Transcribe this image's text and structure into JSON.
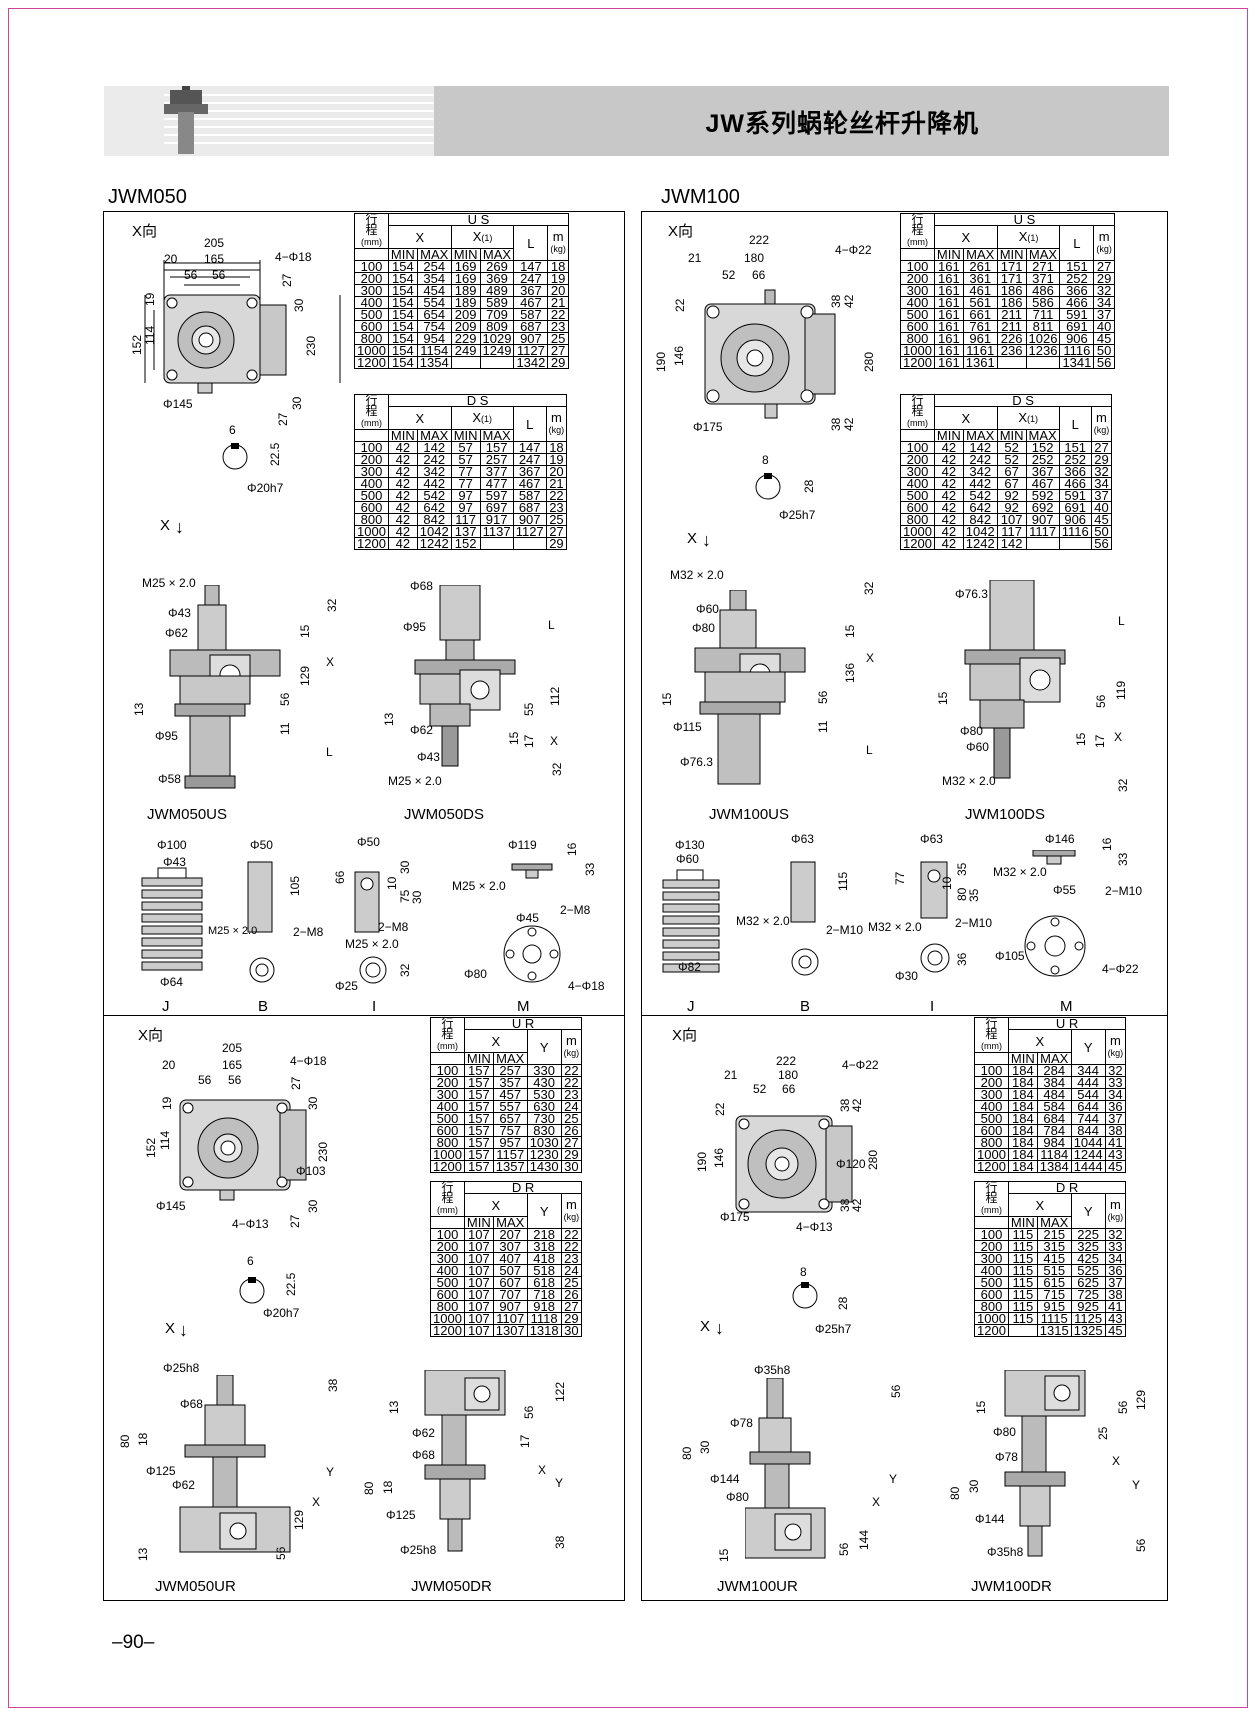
{
  "header": {
    "title": "JW系列蜗轮丝杆升降机"
  },
  "page_number": "–90–",
  "left": {
    "title": "JWM050",
    "top": {
      "view": "X向",
      "us": {
        "series": "U S",
        "rows": [
          [
            "100",
            "154",
            "254",
            "169",
            "269",
            "147",
            "18"
          ],
          [
            "200",
            "154",
            "354",
            "169",
            "369",
            "247",
            "19"
          ],
          [
            "300",
            "154",
            "454",
            "189",
            "489",
            "367",
            "20"
          ],
          [
            "400",
            "154",
            "554",
            "189",
            "589",
            "467",
            "21"
          ],
          [
            "500",
            "154",
            "654",
            "209",
            "709",
            "587",
            "22"
          ],
          [
            "600",
            "154",
            "754",
            "209",
            "809",
            "687",
            "23"
          ],
          [
            "800",
            "154",
            "954",
            "229",
            "1029",
            "907",
            "25"
          ],
          [
            "1000",
            "154",
            "1154",
            "249",
            "1249",
            "1127",
            "27"
          ],
          [
            "1200",
            "154",
            "1354",
            "",
            "",
            "1342",
            "29"
          ]
        ]
      },
      "ds": {
        "series": "D S",
        "rows": [
          [
            "100",
            "42",
            "142",
            "57",
            "157",
            "147",
            "18"
          ],
          [
            "200",
            "42",
            "242",
            "57",
            "257",
            "247",
            "19"
          ],
          [
            "300",
            "42",
            "342",
            "77",
            "377",
            "367",
            "20"
          ],
          [
            "400",
            "42",
            "442",
            "77",
            "477",
            "467",
            "21"
          ],
          [
            "500",
            "42",
            "542",
            "97",
            "597",
            "587",
            "22"
          ],
          [
            "600",
            "42",
            "642",
            "97",
            "697",
            "687",
            "23"
          ],
          [
            "800",
            "42",
            "842",
            "117",
            "917",
            "907",
            "25"
          ],
          [
            "1000",
            "42",
            "1042",
            "137",
            "1137",
            "1127",
            "27"
          ],
          [
            "1200",
            "42",
            "1242",
            "152",
            "",
            "",
            "29"
          ]
        ]
      },
      "dims": {
        "d205": "205",
        "d165": "165",
        "d20": "20",
        "d56a": "56",
        "d56b": "56",
        "hole": "4−Φ18",
        "d19": "19",
        "d152": "152",
        "d114": "114",
        "d27": "27",
        "d30": "30",
        "d230": "230",
        "d27b": "27",
        "d30b": "30",
        "d145": "Φ145",
        "k6": "6",
        "k225": "22.5",
        "k20": "Φ20h7",
        "x": "X"
      },
      "us_dims": {
        "m25": "M25 × 2.0",
        "p43": "Φ43",
        "p62": "Φ62",
        "p95": "Φ95",
        "p58": "Φ58",
        "d13": "13",
        "d32": "32",
        "d15": "15",
        "d129": "129",
        "d56": "56",
        "d11": "11",
        "X": "X",
        "L": "L",
        "name": "JWM050US"
      },
      "ds_dims": {
        "p68": "Φ68",
        "p95": "Φ95",
        "p62": "Φ62",
        "p43": "Φ43",
        "m25": "M25 × 2.0",
        "d13": "13",
        "L": "L",
        "d112": "112",
        "d55": "55",
        "d15": "15",
        "d17": "17",
        "X": "X",
        "d32": "32",
        "name": "JWM050DS"
      },
      "acc": {
        "j": {
          "p100": "Φ100",
          "p43": "Φ43",
          "p64": "Φ64",
          "name": "J"
        },
        "b": {
          "p50": "Φ50",
          "d105": "105",
          "m25": "M25 × 2.0",
          "m8": "2−M8",
          "name": "B"
        },
        "i": {
          "p50": "Φ50",
          "d66": "66",
          "d30": "30",
          "d10": "10",
          "d75": "75",
          "d30b": "30",
          "m8": "2−M8",
          "m25": "M25 × 2.0",
          "p25": "Φ25",
          "d32": "32",
          "name": "I"
        },
        "m": {
          "p119": "Φ119",
          "d16": "16",
          "d33": "33",
          "m25": "M25 × 2.0",
          "m8": "2−M8",
          "p45": "Φ45",
          "p80": "Φ80",
          "h18": "4−Φ18",
          "name": "M"
        }
      }
    },
    "bottom": {
      "view": "X向",
      "ur": {
        "series": "U R",
        "rows": [
          [
            "100",
            "157",
            "257",
            "330",
            "22"
          ],
          [
            "200",
            "157",
            "357",
            "430",
            "22"
          ],
          [
            "300",
            "157",
            "457",
            "530",
            "23"
          ],
          [
            "400",
            "157",
            "557",
            "630",
            "24"
          ],
          [
            "500",
            "157",
            "657",
            "730",
            "25"
          ],
          [
            "600",
            "157",
            "757",
            "830",
            "26"
          ],
          [
            "800",
            "157",
            "957",
            "1030",
            "27"
          ],
          [
            "1000",
            "157",
            "1157",
            "1230",
            "29"
          ],
          [
            "1200",
            "157",
            "1357",
            "1430",
            "30"
          ]
        ]
      },
      "dr": {
        "series": "D R",
        "rows": [
          [
            "100",
            "107",
            "207",
            "218",
            "22"
          ],
          [
            "200",
            "107",
            "307",
            "318",
            "22"
          ],
          [
            "300",
            "107",
            "407",
            "418",
            "23"
          ],
          [
            "400",
            "107",
            "507",
            "518",
            "24"
          ],
          [
            "500",
            "107",
            "607",
            "618",
            "25"
          ],
          [
            "600",
            "107",
            "707",
            "718",
            "26"
          ],
          [
            "800",
            "107",
            "907",
            "918",
            "27"
          ],
          [
            "1000",
            "107",
            "1107",
            "1118",
            "29"
          ],
          [
            "1200",
            "107",
            "1307",
            "1318",
            "30"
          ]
        ]
      },
      "dims": {
        "d205": "205",
        "d165": "165",
        "d20": "20",
        "d56a": "56",
        "d56b": "56",
        "hole": "4−Φ18",
        "d19": "19",
        "d152": "152",
        "d114": "114",
        "d27": "27",
        "d30": "30",
        "d230": "230",
        "p103": "Φ103",
        "p145": "Φ145",
        "h13": "4−Φ13",
        "d27b": "27",
        "d30b": "30",
        "k6": "6",
        "k225": "22.5",
        "k20": "Φ20h7",
        "x": "X"
      },
      "ur_dims": {
        "p25": "Φ25h8",
        "p68": "Φ68",
        "p125": "Φ125",
        "p62": "Φ62",
        "d80": "80",
        "d18": "18",
        "d13": "13",
        "d38": "38",
        "Y": "Y",
        "X": "X",
        "d129": "129",
        "d56": "56",
        "name": "JWM050UR"
      },
      "dr_dims": {
        "d13": "13",
        "p62": "Φ62",
        "p68": "Φ68",
        "d80": "80",
        "d18": "18",
        "p125": "Φ125",
        "p25": "Φ25h8",
        "d122": "122",
        "d56": "56",
        "d17": "17",
        "X": "X",
        "Y": "Y",
        "d38": "38",
        "name": "JWM050DR"
      }
    }
  },
  "right": {
    "title": "JWM100",
    "top": {
      "view": "X向",
      "us": {
        "series": "U S",
        "rows": [
          [
            "100",
            "161",
            "261",
            "171",
            "271",
            "151",
            "27"
          ],
          [
            "200",
            "161",
            "361",
            "171",
            "371",
            "252",
            "29"
          ],
          [
            "300",
            "161",
            "461",
            "186",
            "486",
            "366",
            "32"
          ],
          [
            "400",
            "161",
            "561",
            "186",
            "586",
            "466",
            "34"
          ],
          [
            "500",
            "161",
            "661",
            "211",
            "711",
            "591",
            "37"
          ],
          [
            "600",
            "161",
            "761",
            "211",
            "811",
            "691",
            "40"
          ],
          [
            "800",
            "161",
            "961",
            "226",
            "1026",
            "906",
            "45"
          ],
          [
            "1000",
            "161",
            "1161",
            "236",
            "1236",
            "1116",
            "50"
          ],
          [
            "1200",
            "161",
            "1361",
            "",
            "",
            "1341",
            "56"
          ]
        ]
      },
      "ds": {
        "series": "D S",
        "rows": [
          [
            "100",
            "42",
            "142",
            "52",
            "152",
            "151",
            "27"
          ],
          [
            "200",
            "42",
            "242",
            "52",
            "252",
            "252",
            "29"
          ],
          [
            "300",
            "42",
            "342",
            "67",
            "367",
            "366",
            "32"
          ],
          [
            "400",
            "42",
            "442",
            "67",
            "467",
            "466",
            "34"
          ],
          [
            "500",
            "42",
            "542",
            "92",
            "592",
            "591",
            "37"
          ],
          [
            "600",
            "42",
            "642",
            "92",
            "692",
            "691",
            "40"
          ],
          [
            "800",
            "42",
            "842",
            "107",
            "907",
            "906",
            "45"
          ],
          [
            "1000",
            "42",
            "1042",
            "117",
            "1117",
            "1116",
            "50"
          ],
          [
            "1200",
            "42",
            "1242",
            "142",
            "",
            "",
            "56"
          ]
        ]
      },
      "dims": {
        "d222": "222",
        "d180": "180",
        "d21": "21",
        "d52": "52",
        "d66": "66",
        "hole": "4−Φ22",
        "d22": "22",
        "d38": "38",
        "d42": "42",
        "d190": "190",
        "d146": "146",
        "d280": "280",
        "d38b": "38",
        "d42b": "42",
        "p175": "Φ175",
        "k8": "8",
        "k28": "28",
        "k25": "Φ25h7",
        "x": "X"
      },
      "us_dims": {
        "m32": "M32 × 2.0",
        "p60": "Φ60",
        "p80": "Φ80",
        "p115": "Φ115",
        "p763": "Φ76.3",
        "d32": "32",
        "d15": "15",
        "d136": "136",
        "d56": "56",
        "d15b": "15",
        "d11": "11",
        "X": "X",
        "L": "L",
        "name": "JWM100US"
      },
      "ds_dims": {
        "p763": "Φ76.3",
        "p80": "Φ80",
        "p60": "Φ60",
        "m32": "M32 × 2.0",
        "L": "L",
        "d15": "15",
        "d56": "56",
        "d119": "119",
        "d15b": "15",
        "d17": "17",
        "X": "X",
        "d32": "32",
        "name": "JWM100DS"
      },
      "acc": {
        "j": {
          "p130": "Φ130",
          "p60": "Φ60",
          "p82": "Φ82",
          "name": "J"
        },
        "b": {
          "p63": "Φ63",
          "d115": "115",
          "m32": "M32 × 2.0",
          "m10": "2−M10",
          "name": "B"
        },
        "i": {
          "p63": "Φ63",
          "d77": "77",
          "d35": "35",
          "d10": "10",
          "d80": "80",
          "d35b": "35",
          "m32": "M32 × 2.0",
          "m10": "2−M10",
          "p30": "Φ30",
          "d36": "36",
          "name": "I"
        },
        "m": {
          "p146": "Φ146",
          "d16": "16",
          "d33": "33",
          "m32": "M32 × 2.0",
          "m10": "2−M10",
          "p55": "Φ55",
          "p105": "Φ105",
          "h22": "4−Φ22",
          "name": "M"
        }
      }
    },
    "bottom": {
      "view": "X向",
      "ur": {
        "series": "U R",
        "rows": [
          [
            "100",
            "184",
            "284",
            "344",
            "32"
          ],
          [
            "200",
            "184",
            "384",
            "444",
            "33"
          ],
          [
            "300",
            "184",
            "484",
            "544",
            "34"
          ],
          [
            "400",
            "184",
            "584",
            "644",
            "36"
          ],
          [
            "500",
            "184",
            "684",
            "744",
            "37"
          ],
          [
            "600",
            "184",
            "784",
            "844",
            "38"
          ],
          [
            "800",
            "184",
            "984",
            "1044",
            "41"
          ],
          [
            "1000",
            "184",
            "1184",
            "1244",
            "43"
          ],
          [
            "1200",
            "184",
            "1384",
            "1444",
            "45"
          ]
        ]
      },
      "dr": {
        "series": "D R",
        "rows": [
          [
            "100",
            "115",
            "215",
            "225",
            "32"
          ],
          [
            "200",
            "115",
            "315",
            "325",
            "33"
          ],
          [
            "300",
            "115",
            "415",
            "425",
            "34"
          ],
          [
            "400",
            "115",
            "515",
            "525",
            "36"
          ],
          [
            "500",
            "115",
            "615",
            "625",
            "37"
          ],
          [
            "600",
            "115",
            "715",
            "725",
            "38"
          ],
          [
            "800",
            "115",
            "915",
            "925",
            "41"
          ],
          [
            "1000",
            "115",
            "1115",
            "1125",
            "43"
          ],
          [
            "1200",
            "",
            "1315",
            "1325",
            "45"
          ]
        ]
      },
      "dims": {
        "d222": "222",
        "d180": "180",
        "d21": "21",
        "d52": "52",
        "d66": "66",
        "hole": "4−Φ22",
        "d22": "22",
        "d38": "38",
        "d42": "42",
        "d190": "190",
        "d146": "146",
        "p120": "Φ120",
        "d280": "280",
        "d38b": "38",
        "d42b": "42",
        "p175": "Φ175",
        "h13": "4−Φ13",
        "k8": "8",
        "k28": "28",
        "k25": "Φ25h7",
        "x": "X"
      },
      "ur_dims": {
        "p35": "Φ35h8",
        "p78": "Φ78",
        "d80": "80",
        "d30": "30",
        "p144": "Φ144",
        "p80": "Φ80",
        "d56": "56",
        "Y": "Y",
        "X": "X",
        "d144": "144",
        "d56b": "56",
        "d15": "15",
        "name": "JWM100UR"
      },
      "dr_dims": {
        "d15": "15",
        "p80": "Φ80",
        "p78": "Φ78",
        "d80": "80",
        "d30": "30",
        "p144": "Φ144",
        "p35": "Φ35h8",
        "d129": "129",
        "d56": "56",
        "d25": "25",
        "X": "X",
        "Y": "Y",
        "d56b": "56",
        "name": "JWM100DR"
      }
    }
  },
  "table_headers": {
    "stroke": "行",
    "stroke2": "程",
    "mm": "(mm)",
    "x": "X",
    "x1": "X",
    "x1sup": "(1)",
    "min": "MIN",
    "max": "MAX",
    "L": "L",
    "Y": "Y",
    "m": "m",
    "kg": "(kg)"
  }
}
